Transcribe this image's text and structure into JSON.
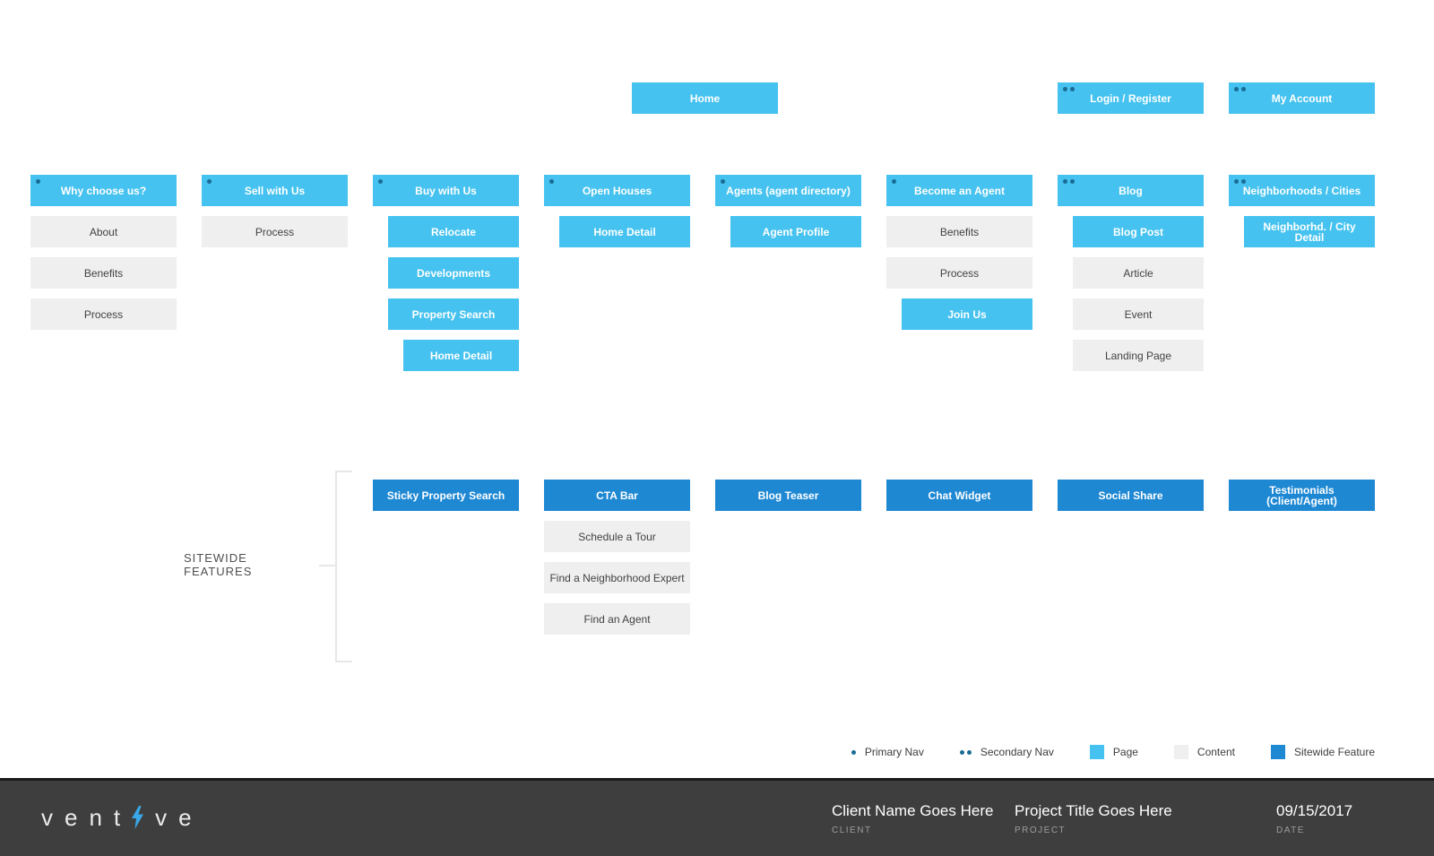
{
  "colors": {
    "page_box": "#45c2ef",
    "sitewide_box": "#1e88d3",
    "content_box": "#efefef",
    "nav_dot": "#1a6c94",
    "footer_background": "#3e3e3e",
    "logo_bolt": "#38a8e8"
  },
  "top_nav": [
    {
      "label": "Home",
      "dots": 0,
      "type": "page"
    },
    {
      "label": "Login / Register",
      "dots": 2,
      "type": "page"
    },
    {
      "label": "My Account",
      "dots": 2,
      "type": "page"
    }
  ],
  "columns": [
    {
      "header": {
        "label": "Why choose us?",
        "dots": 1
      },
      "children": [
        {
          "label": "About",
          "type": "content",
          "indent": 0
        },
        {
          "label": "Benefits",
          "type": "content",
          "indent": 0
        },
        {
          "label": "Process",
          "type": "content",
          "indent": 0
        }
      ]
    },
    {
      "header": {
        "label": "Sell with Us",
        "dots": 1
      },
      "children": [
        {
          "label": "Process",
          "type": "content",
          "indent": 0
        }
      ]
    },
    {
      "header": {
        "label": "Buy with Us",
        "dots": 1
      },
      "children": [
        {
          "label": "Relocate",
          "type": "page",
          "indent": 1
        },
        {
          "label": "Developments",
          "type": "page",
          "indent": 1
        },
        {
          "label": "Property Search",
          "type": "page",
          "indent": 1
        },
        {
          "label": "Home Detail",
          "type": "page",
          "indent": 2
        }
      ]
    },
    {
      "header": {
        "label": "Open Houses",
        "dots": 1
      },
      "children": [
        {
          "label": "Home Detail",
          "type": "page",
          "indent": 1
        }
      ]
    },
    {
      "header": {
        "label": "Agents (agent directory)",
        "dots": 1
      },
      "children": [
        {
          "label": "Agent Profile",
          "type": "page",
          "indent": 1
        }
      ]
    },
    {
      "header": {
        "label": "Become an Agent",
        "dots": 1
      },
      "children": [
        {
          "label": "Benefits",
          "type": "content",
          "indent": 0
        },
        {
          "label": "Process",
          "type": "content",
          "indent": 0
        },
        {
          "label": "Join Us",
          "type": "page",
          "indent": 1
        }
      ]
    },
    {
      "header": {
        "label": "Blog",
        "dots": 2
      },
      "children": [
        {
          "label": "Blog Post",
          "type": "page",
          "indent": 1
        },
        {
          "label": "Article",
          "type": "content",
          "indent": 1
        },
        {
          "label": "Event",
          "type": "content",
          "indent": 1
        },
        {
          "label": "Landing Page",
          "type": "content",
          "indent": 1
        }
      ]
    },
    {
      "header": {
        "label": "Neighborhoods / Cities",
        "dots": 2
      },
      "children": [
        {
          "label": "Neighborhd. / City Detail",
          "type": "page",
          "indent": 1
        }
      ]
    }
  ],
  "sitewide": {
    "label": "SITEWIDE FEATURES",
    "features": [
      {
        "label": "Sticky Property Search"
      },
      {
        "label": "CTA Bar",
        "children": [
          "Schedule a Tour",
          "Find a Neighborhood Expert",
          "Find an Agent"
        ]
      },
      {
        "label": "Blog Teaser"
      },
      {
        "label": "Chat Widget"
      },
      {
        "label": "Social Share"
      },
      {
        "label": "Testimonials (Client/Agent)"
      }
    ]
  },
  "legend": {
    "primary_nav": "Primary Nav",
    "secondary_nav": "Secondary Nav",
    "page": "Page",
    "content": "Content",
    "sitewide_feature": "Sitewide Feature"
  },
  "footer": {
    "logo_left": "vent",
    "logo_right": "ve",
    "client_value": "Client Name Goes Here",
    "client_label": "CLIENT",
    "project_value": "Project Title Goes Here",
    "project_label": "PROJECT",
    "date_value": "09/15/2017",
    "date_label": "DATE"
  }
}
